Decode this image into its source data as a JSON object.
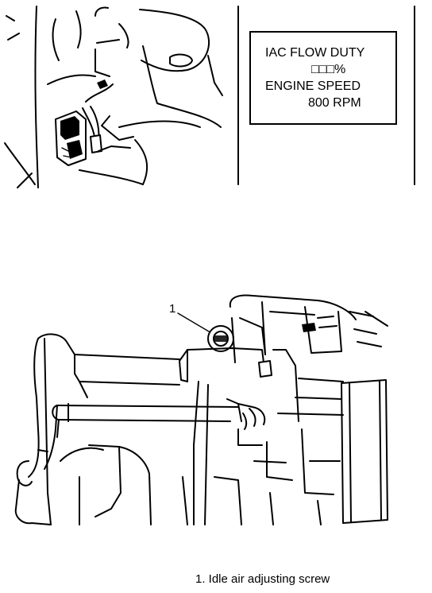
{
  "readout": {
    "line1": "IAC FLOW DUTY",
    "line2": "□□□%",
    "line3": "ENGINE SPEED",
    "line4": "800 RPM"
  },
  "callout": {
    "number": "1"
  },
  "caption": {
    "text": "1. Idle air adjusting screw"
  }
}
